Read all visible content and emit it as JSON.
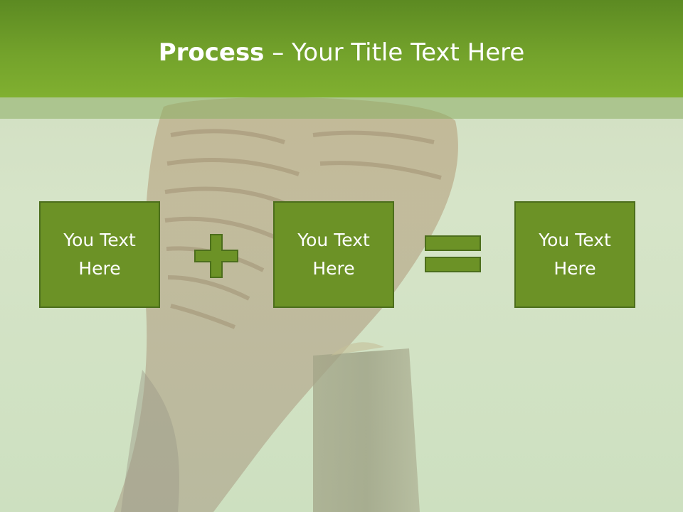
{
  "slide": {
    "title_bold": "Process",
    "title_rest": " – Your Title Text Here",
    "boxes": [
      {
        "text": "You Text Here"
      },
      {
        "text": "You Text Here"
      },
      {
        "text": "You Text Here"
      }
    ]
  },
  "icons": {
    "plus": "plus-icon",
    "equals": "equals-icon",
    "background": "falcon-photo"
  },
  "colors": {
    "header": "#73a22b",
    "box_fill": "#6c9226",
    "box_border": "#4c6e1c",
    "operator_fill": "#6c9226",
    "text": "#ffffff"
  }
}
